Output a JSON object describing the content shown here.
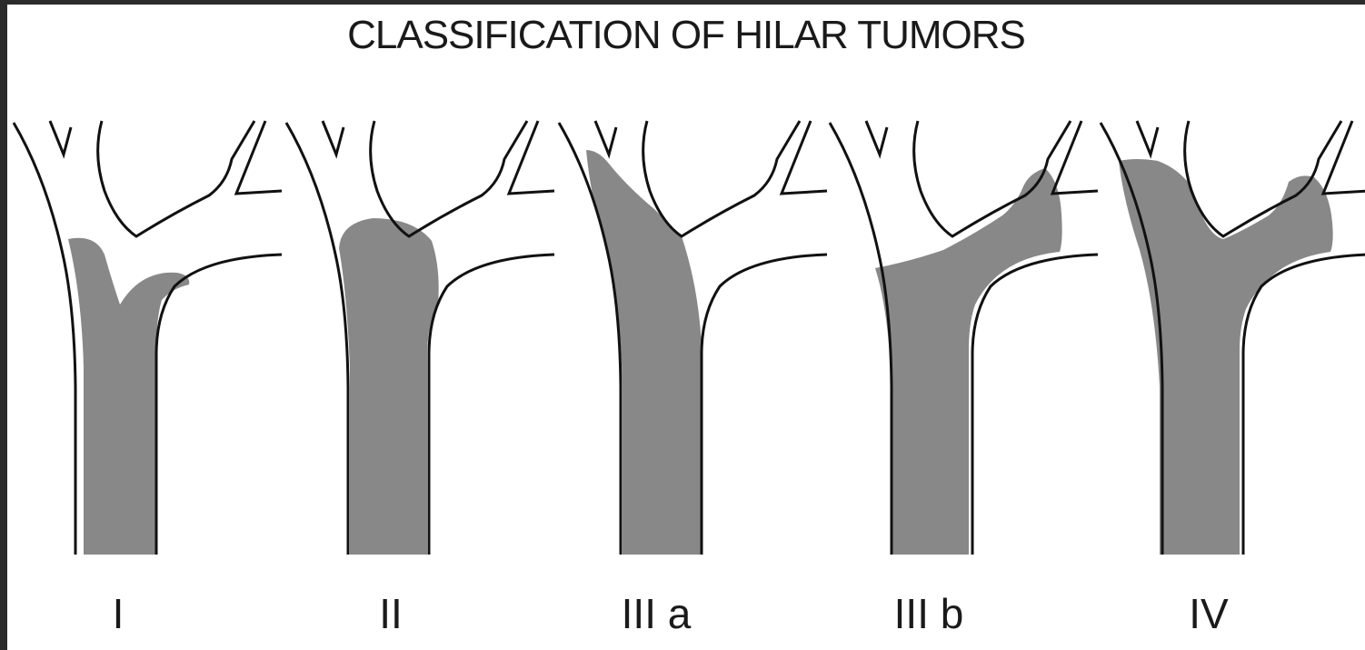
{
  "title": "CLASSIFICATION OF HILAR TUMORS",
  "colors": {
    "tumor_fill": "#888888",
    "duct_line": "#111111",
    "background": "#ffffff",
    "frame": "#2b2b2b"
  },
  "panels": [
    {
      "label": "I",
      "icon": "bile-duct-type-1"
    },
    {
      "label": "II",
      "icon": "bile-duct-type-2"
    },
    {
      "label": "III a",
      "icon": "bile-duct-type-3a"
    },
    {
      "label": "III b",
      "icon": "bile-duct-type-3b"
    },
    {
      "label": "IV",
      "icon": "bile-duct-type-4"
    }
  ]
}
